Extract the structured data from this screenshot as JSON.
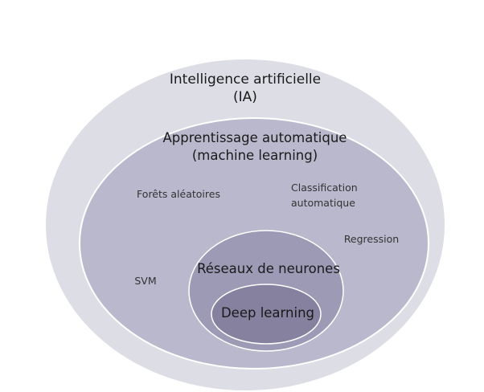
{
  "diagram": {
    "type": "nested-euler",
    "sets": {
      "ai": {
        "line1": "Intelligence artificielle",
        "line2": "(IA)"
      },
      "ml": {
        "line1": "Apprentissage automatique",
        "line2": "(machine learning)"
      },
      "nn": {
        "label": "Réseaux de neurones"
      },
      "dl": {
        "label": "Deep learning"
      }
    },
    "ml_examples": {
      "random_forests": "Forêts aléatoires",
      "classification_line1": "Classification",
      "classification_line2": "automatique",
      "regression": "Regression",
      "svm": "SVM"
    }
  },
  "colors": {
    "ai_fill": "#dddde6",
    "ml_fill": "#bab8cc",
    "nn_fill": "#9d9ab6",
    "dl_fill": "#85819f",
    "border": "#ffffff"
  }
}
